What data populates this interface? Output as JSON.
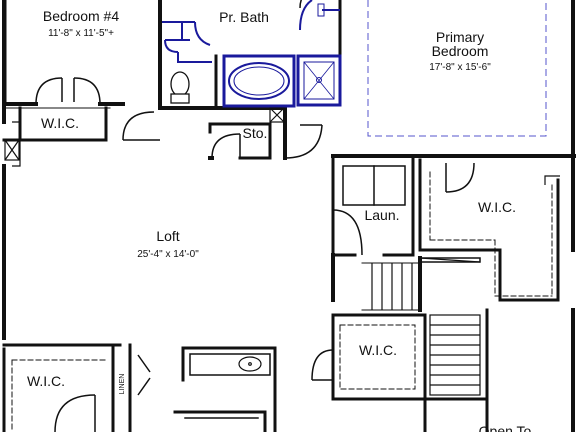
{
  "colors": {
    "wall": "#111111",
    "fixture": "#1a1a9c",
    "tray_ceiling": "#5555cc",
    "dashed": "#555555"
  },
  "rooms": {
    "bedroom4": {
      "name": "Bedroom #4",
      "dims": "11'-8\" x 11'-5\"+"
    },
    "pr_bath": {
      "name": "Pr. Bath"
    },
    "primary_bedroom": {
      "name_line1": "Primary",
      "name_line2": "Bedroom",
      "dims": "17'-8\" x 15'-6\""
    },
    "wic_bed4": {
      "name": "W.I.C."
    },
    "storage": {
      "name": "Sto."
    },
    "laundry": {
      "name": "Laun."
    },
    "wic_primary": {
      "name": "W.I.C."
    },
    "loft": {
      "name": "Loft",
      "dims": "25'-4\" x 14'-0\""
    },
    "wic_lower_left": {
      "name": "W.I.C."
    },
    "linen": {
      "name": "LINEN"
    },
    "wic_stair": {
      "name": "W.I.C."
    },
    "open_to_below": {
      "name": "Open To"
    }
  }
}
